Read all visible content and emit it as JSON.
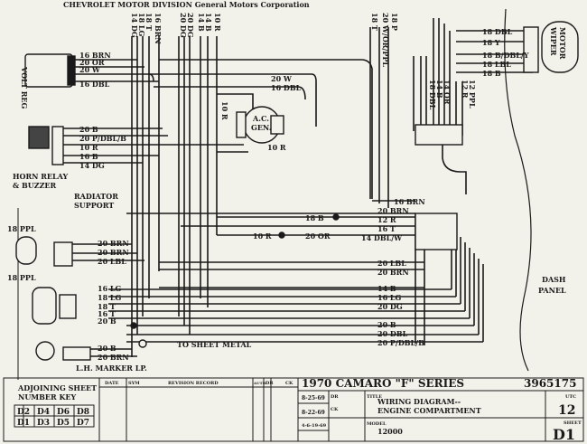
{
  "header": {
    "title": "CHEVROLET MOTOR DIVISION General Motors Corporation"
  },
  "components": {
    "volt_reg": "VOLT REG",
    "horn_relay": "HORN RELAY",
    "buzzer": "& BUZZER",
    "radiator_support": "RADIATOR",
    "radiator_support_2": "SUPPORT",
    "ac_gen": "A.C.",
    "ac_gen_2": "GEN.",
    "wiper_motor": "WIPER",
    "wiper_motor_2": "MOTOR",
    "dash_panel": "DASH",
    "dash_panel_2": "PANEL",
    "marker_lamp": "L.H. MARKER LP.",
    "to_sheet_metal": "TO SHEET METAL",
    "ppl_top": "18 PPL",
    "ppl_bottom": "18 PPL"
  },
  "wire_labels": {
    "top_left": [
      "16 BRN",
      "20 OR",
      "20 W",
      "16 DBL"
    ],
    "vertical_left": [
      "14 DG",
      "18 LG",
      "18 T",
      "16 BRN"
    ],
    "vertical_mid": [
      "20 DG",
      "20 DG",
      "14 B",
      "14 B",
      "10 R"
    ],
    "gen": [
      "20 W",
      "16 DBL",
      "10 R",
      "10 R"
    ],
    "horn": [
      "20 B",
      "20 P/DBL/B",
      "10 R",
      "16 B",
      "14 DG"
    ],
    "vertical_right": [
      "18 T",
      "20 W/OR/PPL",
      "18 P"
    ],
    "wiper": [
      "18 DBL",
      "18 Y",
      "18 B/DBL/Y",
      "18 LBL",
      "18 B"
    ],
    "wiper_vertical": [
      "18 DBL",
      "14 B",
      "14 OR",
      "12 R",
      "12 PPL"
    ],
    "right_block": [
      "16 BRN",
      "20 BRN",
      "12 R",
      "16 T",
      "14 DBL/W"
    ],
    "mid": [
      "18 B",
      "10 R",
      "20 OR"
    ],
    "lower": [
      "20 BRN",
      "20 BRN",
      "20 LBL",
      "20 LBL",
      "20 BRN",
      "14 B",
      "16 LG",
      "16 LG",
      "20 DG",
      "18 LG",
      "18 T",
      "16 T",
      "20 B",
      "20 B",
      "20 DBL",
      "20 P/DBL/B",
      "20 B",
      "20 BRN"
    ]
  },
  "legend": {
    "title": "ADJOINING SHEET",
    "title_2": "NUMBER KEY",
    "cells": [
      "D2",
      "D4",
      "D6",
      "D8",
      "D1",
      "D3",
      "D5",
      "D7"
    ]
  },
  "revision": {
    "col_date": "DATE",
    "col_sym": "SYM",
    "col_record": "REVISION RECORD",
    "col_auth": "AUTH",
    "col_dr": "DR",
    "col_ck": "CK",
    "stamps": [
      "8-25-69",
      "8-22-69",
      "4-6-19-69"
    ]
  },
  "title_block": {
    "title": "1970  CAMARO \"F\" SERIES",
    "doc_number": "3965175",
    "drawing_title": "WIRING DIAGRAM--",
    "drawing_title_2": "ENGINE COMPARTMENT",
    "model_label": "MODEL",
    "model": "12000",
    "utc_label": "UTC",
    "utc": "12",
    "sheet_label": "SHEET",
    "sheet": "D1",
    "field_dr": "DR",
    "field_ck": "CK",
    "field_title": "TITLE"
  }
}
